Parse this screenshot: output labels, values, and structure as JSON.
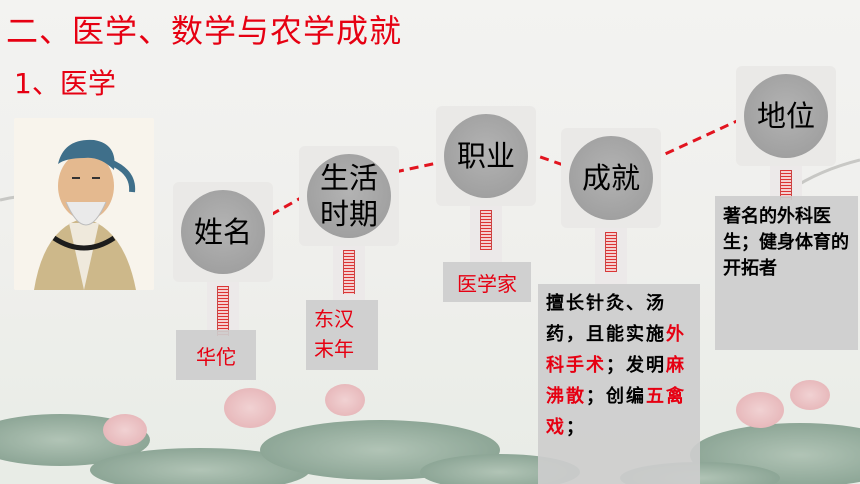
{
  "title": "二、医学、数学与农学成就",
  "subtitle": "1、医学",
  "nodes": [
    {
      "label": "姓名",
      "answer": "华佗"
    },
    {
      "label": "生活\n时期",
      "answer": "东汉\n末年"
    },
    {
      "label": "职业",
      "answer": "医学家"
    },
    {
      "label": "成就",
      "answer_parts": [
        {
          "text": "擅长针灸、汤药，且能实施",
          "red": false
        },
        {
          "text": "外科手术",
          "red": true
        },
        {
          "text": "；发明",
          "red": false
        },
        {
          "text": "麻沸散",
          "red": true
        },
        {
          "text": "；创编",
          "red": false
        },
        {
          "text": "五禽戏",
          "red": true
        },
        {
          "text": "；",
          "red": false
        }
      ]
    },
    {
      "label": "地位",
      "answer": "著名的外科医生；健身体育的开拓者"
    }
  ],
  "colors": {
    "accent": "#e60012",
    "lens": "#a8a8a8",
    "box": "#cdcdcd"
  }
}
